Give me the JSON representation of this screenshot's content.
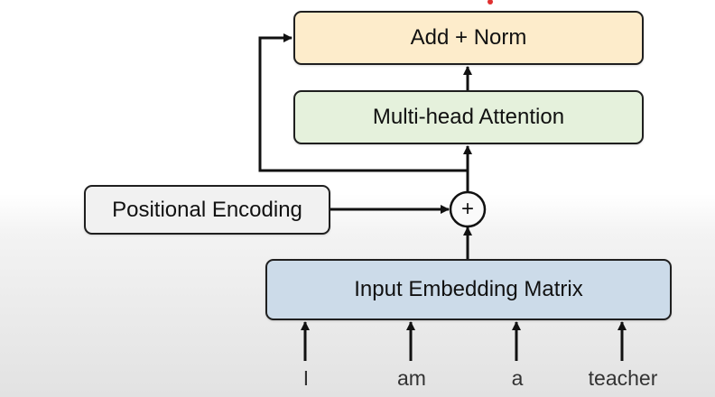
{
  "diagram": {
    "add_norm_label": "Add + Norm",
    "attention_label": "Multi-head Attention",
    "positional_label": "Positional Encoding",
    "embedding_label": "Input Embedding Matrix",
    "plus_symbol": "+",
    "input_tokens": [
      "I",
      "am",
      "a",
      "teacher"
    ]
  }
}
